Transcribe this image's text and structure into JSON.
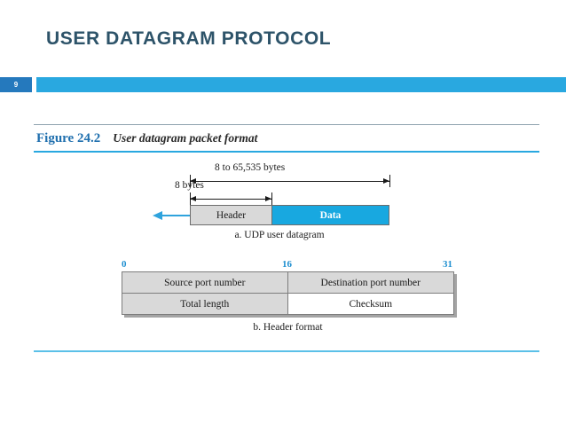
{
  "slide": {
    "title": "USER DATAGRAM PROTOCOL",
    "number": "9",
    "accent_color": "#29a8e0",
    "badge_color": "#2579bd",
    "title_color": "#2d5369"
  },
  "figure": {
    "label": "Figure 24.2",
    "title": "User datagram packet format",
    "label_color": "#1f6fae"
  },
  "diagram_a": {
    "total_length_label": "8 to 65,535 bytes",
    "header_length_label": "8 bytes",
    "header_cell": "Header",
    "data_cell": "Data",
    "caption": "a. UDP user datagram",
    "data_fill": "#18a8e0",
    "header_fill": "#d9d9d9",
    "out_arrow": "left-arrow-icon"
  },
  "diagram_b": {
    "bit_ruler": [
      "0",
      "16",
      "31"
    ],
    "bit_color": "#1f8fd0",
    "rows": [
      {
        "left": "Source port number",
        "left_fill": "#d9d9d9",
        "right": "Destination port number",
        "right_fill": "#d9d9d9"
      },
      {
        "left": "Total length",
        "left_fill": "#d9d9d9",
        "right": "Checksum",
        "right_fill": "#ffffff"
      }
    ],
    "caption": "b. Header format"
  }
}
